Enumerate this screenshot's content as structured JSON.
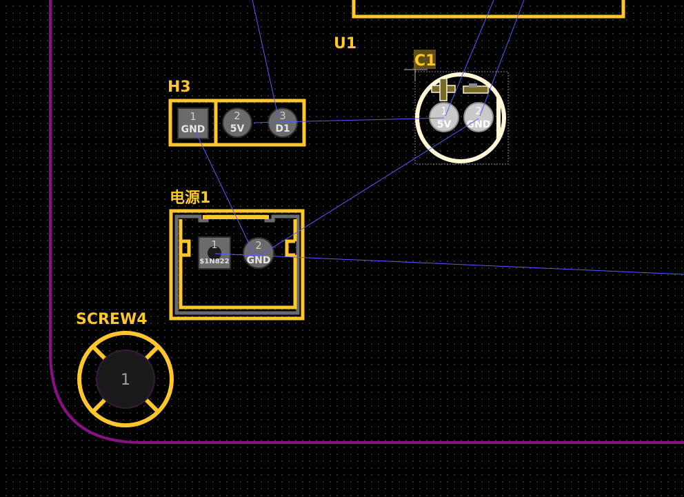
{
  "colors": {
    "background": "#000000",
    "grid_dot": "#3a3a3a",
    "silkscreen": "#ffc72c",
    "board_outline": "#8a0f86",
    "ratsnest": "#5b5bff",
    "pad_gray": "#6b6b6b",
    "cap_outline": "#fff7d6",
    "pad_light": "#c9c9c9"
  },
  "components": {
    "u1": {
      "label": "U1"
    },
    "h3": {
      "label": "H3",
      "pads": [
        {
          "number": "1",
          "net": "GND"
        },
        {
          "number": "2",
          "net": "5V"
        },
        {
          "number": "3",
          "net": "D1"
        }
      ]
    },
    "c1": {
      "label": "C1",
      "pads": [
        {
          "number": "1",
          "net": "5V"
        },
        {
          "number": "2",
          "net": "GND"
        }
      ]
    },
    "power1": {
      "label": "电源1",
      "pads": [
        {
          "number": "1",
          "net": "$1N822"
        },
        {
          "number": "2",
          "net": "GND"
        }
      ]
    },
    "screw4": {
      "label": "SCREW4",
      "pads": [
        {
          "number": "1"
        }
      ]
    }
  }
}
